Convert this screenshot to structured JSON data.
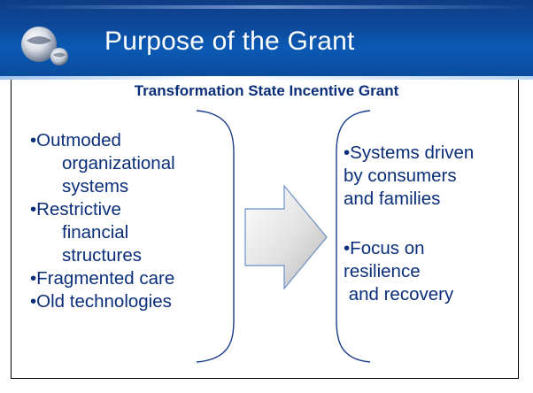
{
  "slide": {
    "title": "Purpose of the Grant",
    "subtitle": "Transformation State Incentive Grant",
    "left_items": [
      {
        "bullet": "•Outmoded",
        "cont": [
          "organizational",
          "systems"
        ]
      },
      {
        "bullet": "•Restrictive",
        "cont": [
          "financial",
          "structures"
        ]
      },
      {
        "bullet": "•Fragmented care",
        "cont": []
      },
      {
        "bullet": "•Old technologies",
        "cont": []
      }
    ],
    "right_items": [
      {
        "lines": [
          "•Systems driven",
          "by consumers",
          "and families"
        ]
      },
      {
        "lines": [
          "•Focus on",
          "resilience",
          " and recovery"
        ]
      }
    ],
    "icons": {
      "logo": "globe-logo-icon",
      "arrow": "right-arrow-icon"
    },
    "colors": {
      "header": "#0d4a9c",
      "text": "#0a2e7a",
      "bracket": "#1a3d8a"
    }
  }
}
